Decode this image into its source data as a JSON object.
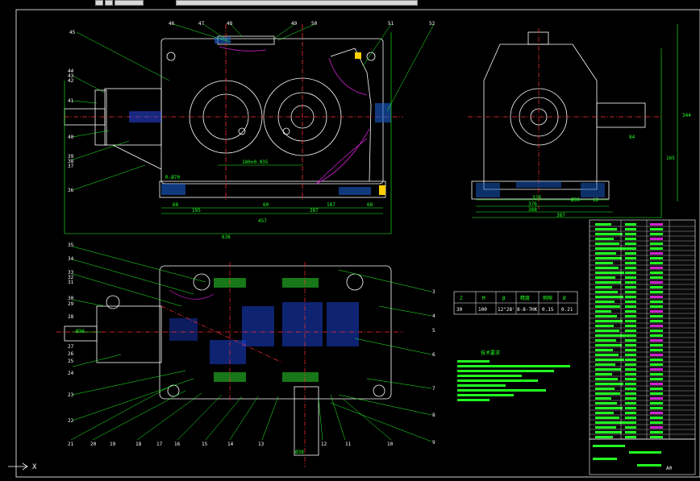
{
  "toolbar": {
    "buttons": [
      "",
      "",
      "",
      ""
    ]
  },
  "drawing": {
    "front_view": {
      "leaders": [
        "45",
        "46",
        "47",
        "48",
        "49",
        "50",
        "51",
        "52",
        "44",
        "43",
        "42",
        "41",
        "40",
        "39",
        "38",
        "37",
        "36"
      ],
      "dims": [
        "R-Ø70",
        "180±0.035",
        "195",
        "60",
        "287",
        "187",
        "68",
        "68",
        "457",
        "636"
      ]
    },
    "side_view": {
      "dims": [
        "320",
        "376",
        "388",
        "387",
        "84",
        "165",
        "344",
        "Ø55",
        "12"
      ]
    },
    "plan_view": {
      "leaders_left": [
        "35",
        "34",
        "33",
        "32",
        "31",
        "30",
        "29",
        "28",
        "27",
        "26",
        "25",
        "24",
        "23",
        "22"
      ],
      "leaders_right": [
        "3",
        "4",
        "5",
        "6",
        "7",
        "8",
        "9"
      ],
      "leaders_bottom": [
        "21",
        "20",
        "19",
        "18",
        "17",
        "16",
        "15",
        "14",
        "13",
        "12",
        "11",
        "10"
      ],
      "dims": [
        "Ø36",
        "Ø38"
      ]
    },
    "spec_table": {
      "headers": [
        "Z",
        "M",
        "β",
        "精度",
        "侧隙",
        "Ø"
      ],
      "values": [
        "30",
        "100",
        "12°28'",
        "8-8-7HK",
        "0.15",
        "0.21"
      ]
    },
    "tech_requirements_title": "技术要求",
    "coord_axis": {
      "x_label": "X"
    },
    "sheet_no": "A0"
  }
}
